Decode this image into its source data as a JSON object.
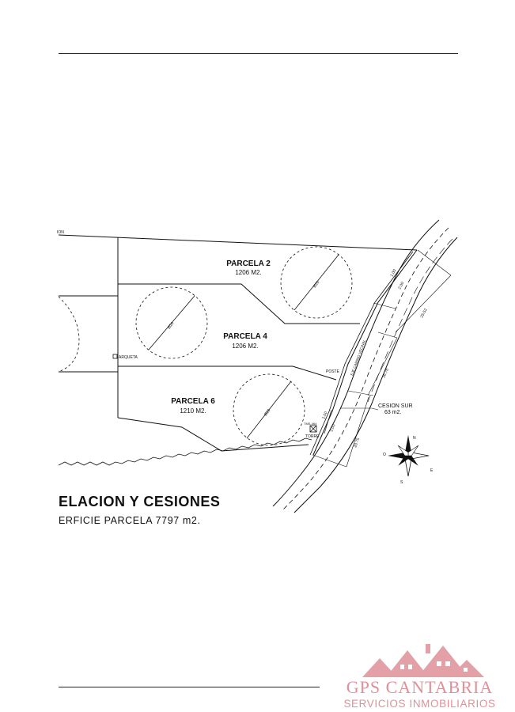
{
  "plan": {
    "edge_label": "ION",
    "title": "ELACION Y CESIONES",
    "subtitle": "ERFICIE PARCELA 7797 m2.",
    "parcels": [
      {
        "name": "PARCELA 2",
        "area": "1206 M2."
      },
      {
        "name": "PARCELA 4",
        "area": "1206 M2."
      },
      {
        "name": "PARCELA 6",
        "area": "1210 M2."
      }
    ],
    "circle_labels": [
      "Ø20",
      "Ø20",
      "Ø20"
    ],
    "labels": {
      "arqueta": "ARQUETA",
      "poste": "POSTE",
      "torre": "TORRE",
      "cesion_name": "CESION SUR",
      "cesion_area": "63 m2.",
      "road": "EJE CAMINO VECINAL",
      "marker": "TMS-464"
    },
    "dimensions": [
      "1.00",
      "2.00",
      "25.52",
      "16.78",
      "1.00",
      "2.00",
      "20.75"
    ],
    "compass_letters": {
      "n": "N",
      "e": "E",
      "s": "S",
      "w": "O"
    },
    "colors": {
      "ink": "#111111",
      "brand": "#e09098"
    }
  },
  "brand": {
    "name": "GPS CANTABRIA",
    "tagline": "SERVICIOS INMOBILIARIOS"
  }
}
